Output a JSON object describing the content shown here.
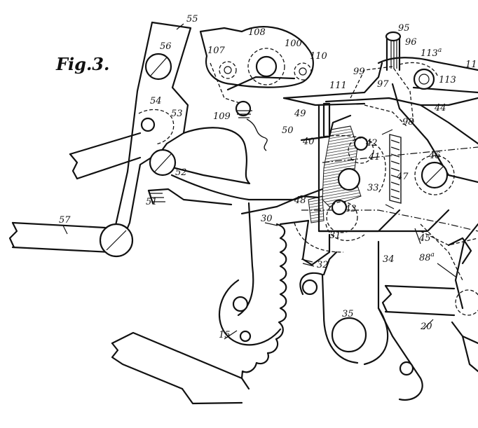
{
  "figure": {
    "title": "Fig.3."
  },
  "labels": {
    "l55": "55",
    "l56": "56",
    "l54": "54",
    "l53": "53",
    "l52": "52",
    "l51": "51",
    "l57": "57",
    "l107": "107",
    "l108": "108",
    "l100": "100",
    "l110": "110",
    "l109": "109",
    "l95": "95",
    "l96": "96",
    "l113a": "113",
    "l113a_sup": "a",
    "l113": "113",
    "l11": "11",
    "l111": "111",
    "l99": "99",
    "l97": "97",
    "l98": "98",
    "l44": "44",
    "l49": "49",
    "l50": "50",
    "l40": "40",
    "l42": "42",
    "l41": "41",
    "l47": "47",
    "l46": "46",
    "l33": "33",
    "l48": "48",
    "l43": "43",
    "l30": "30",
    "l31": "31",
    "l32": "32",
    "l45": "45",
    "l88a": "88",
    "l88a_sup": "a",
    "l34": "34",
    "l35": "35",
    "l15": "15",
    "l20": "20"
  }
}
